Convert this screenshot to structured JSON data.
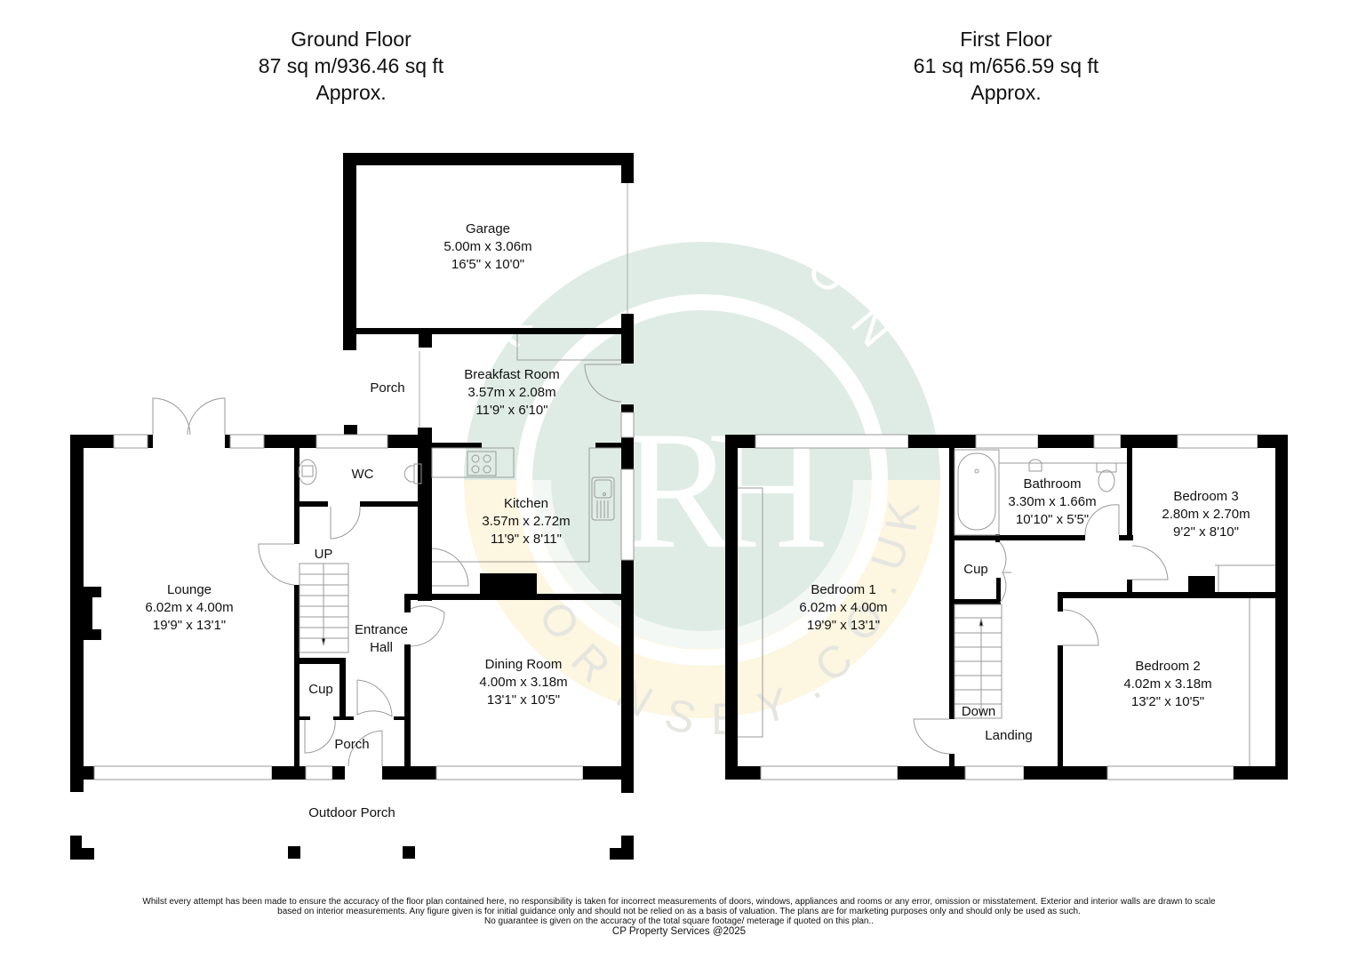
{
  "floors": [
    {
      "id": "ground",
      "title": "Ground Floor",
      "area": "87 sq m/936.46 sq ft",
      "approx": "Approx."
    },
    {
      "id": "first",
      "title": "First Floor",
      "area": "61 sq m/656.59 sq ft",
      "approx": "Approx."
    }
  ],
  "rooms": {
    "garage": {
      "name": "Garage",
      "metric": "5.00m x 3.06m",
      "imperial": "16'5\" x 10'0\""
    },
    "porch_rear": {
      "name": "Porch"
    },
    "breakfast_room": {
      "name": "Breakfast Room",
      "metric": "3.57m x 2.08m",
      "imperial": "11'9\" x 6'10\""
    },
    "wc": {
      "name": "WC"
    },
    "kitchen": {
      "name": "Kitchen",
      "metric": "3.57m x 2.72m",
      "imperial": "11'9\" x 8'11\""
    },
    "lounge": {
      "name": "Lounge",
      "metric": "6.02m x 4.00m",
      "imperial": "19'9\" x 13'1\""
    },
    "stairs_up": {
      "name": "UP"
    },
    "entrance_hall": {
      "name": "Entrance",
      "name2": "Hall"
    },
    "dining_room": {
      "name": "Dining Room",
      "metric": "4.00m x 3.18m",
      "imperial": "13'1\" x 10'5\""
    },
    "cupboard_ground": {
      "name": "Cup"
    },
    "porch_front": {
      "name": "Porch"
    },
    "outdoor_porch": {
      "name": "Outdoor Porch"
    },
    "bedroom1": {
      "name": "Bedroom 1",
      "metric": "6.02m x 4.00m",
      "imperial": "19'9\" x 13'1\""
    },
    "bathroom": {
      "name": "Bathroom",
      "metric": "3.30m x 1.66m",
      "imperial": "10'10\" x 5'5\""
    },
    "bedroom3": {
      "name": "Bedroom 3",
      "metric": "2.80m x 2.70m",
      "imperial": "9'2\" x 8'10\""
    },
    "cupboard_first": {
      "name": "Cup"
    },
    "stairs_down": {
      "name": "Down"
    },
    "landing": {
      "name": "Landing"
    },
    "bedroom2": {
      "name": "Bedroom 2",
      "metric": "4.02m x 3.18m",
      "imperial": "13'2\" x 10'5\""
    }
  },
  "watermark": {
    "ring_text_top": "ROBINSON",
    "ring_text_bottom": "HORNSBY.CO.UK",
    "monogram": "RH",
    "colors": {
      "green": "#dfece5",
      "cream": "#fdf6e0",
      "ring": "#ffffff"
    }
  },
  "disclaimer": {
    "line1": "Whilst every attempt has been made to ensure the accuracy of the floor plan contained here, no responsibility is taken for incorrect measurements of doors, windows, appliances and rooms or any error, omission or misstatement. Exterior and interior walls are drawn to scale",
    "line2": "based on interior measurements. Any figure given is for initial guidance only and should not be relied on as a basis of valuation. The plans are for marketing purposes only and should only be used as such.",
    "line3": "No guarantee is given on the accuracy of the total square footage/ meterage if quoted on this plan..",
    "credit": "CP Property Services @2025"
  },
  "colors": {
    "wall": "#000000",
    "fixture": "#9a9a9a",
    "background": "#ffffff"
  }
}
